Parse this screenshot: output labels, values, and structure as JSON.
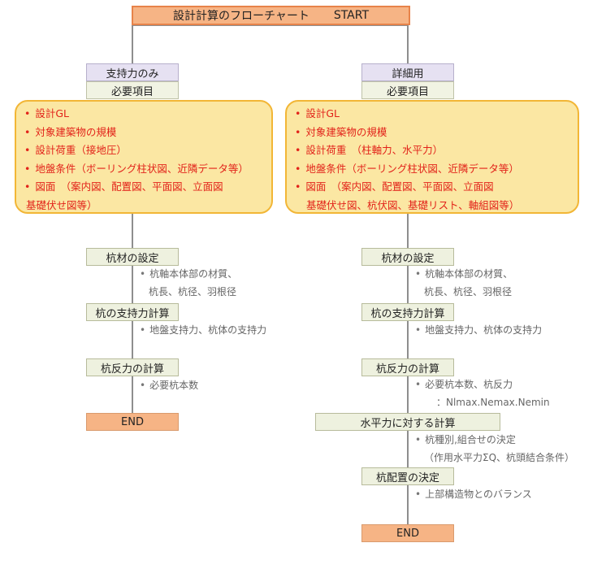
{
  "start": {
    "title": "設計計算のフローチャート",
    "label": "START"
  },
  "left": {
    "header": "支持力のみ",
    "required": "必要項目",
    "items": [
      "設計GL",
      "対象建築物の規模",
      "設計荷重（接地圧）",
      "地盤条件（ボーリング柱状図、近隣データ等）",
      "図面　（案内図、配置図、平面図、立面図"
    ],
    "item_cont": "基礎伏せ図等）",
    "steps": {
      "pile_setting": "杭材の設定",
      "support": "杭の支持力計算",
      "reaction": "杭反力の計算",
      "end": "END"
    },
    "notes": {
      "pile_setting": [
        "杭軸本体部の材質、",
        "杭長、杭径、羽根径"
      ],
      "support": [
        "地盤支持力、杭体の支持力"
      ],
      "reaction": [
        "必要杭本数"
      ]
    }
  },
  "right": {
    "header": "詳細用",
    "required": "必要項目",
    "items": [
      "設計GL",
      "対象建築物の規模",
      "設計荷重　（柱軸力、水平力）",
      "地盤条件（ボーリング柱状図、近隣データ等）",
      "図面　（案内図、配置図、平面図、立面図"
    ],
    "item_cont": "基礎伏せ図、杭伏図、基礎リスト、軸組図等）",
    "steps": {
      "pile_setting": "杭材の設定",
      "support": "杭の支持力計算",
      "reaction": "杭反力の計算",
      "horizontal": "水平力に対する計算",
      "layout": "杭配置の決定",
      "end": "END"
    },
    "notes": {
      "pile_setting": [
        "杭軸本体部の材質、",
        "杭長、杭径、羽根径"
      ],
      "support": [
        "地盤支持力、杭体の支持力"
      ],
      "reaction": [
        "必要杭本数、杭反力",
        "：Nlmax.Nemax.Nemin"
      ],
      "horizontal": [
        "杭種別,組合せの決定",
        "（作用水平力ΣQ、杭頭結合条件）"
      ],
      "layout": [
        "上部構造物とのバランス"
      ]
    }
  },
  "bullet": "•"
}
